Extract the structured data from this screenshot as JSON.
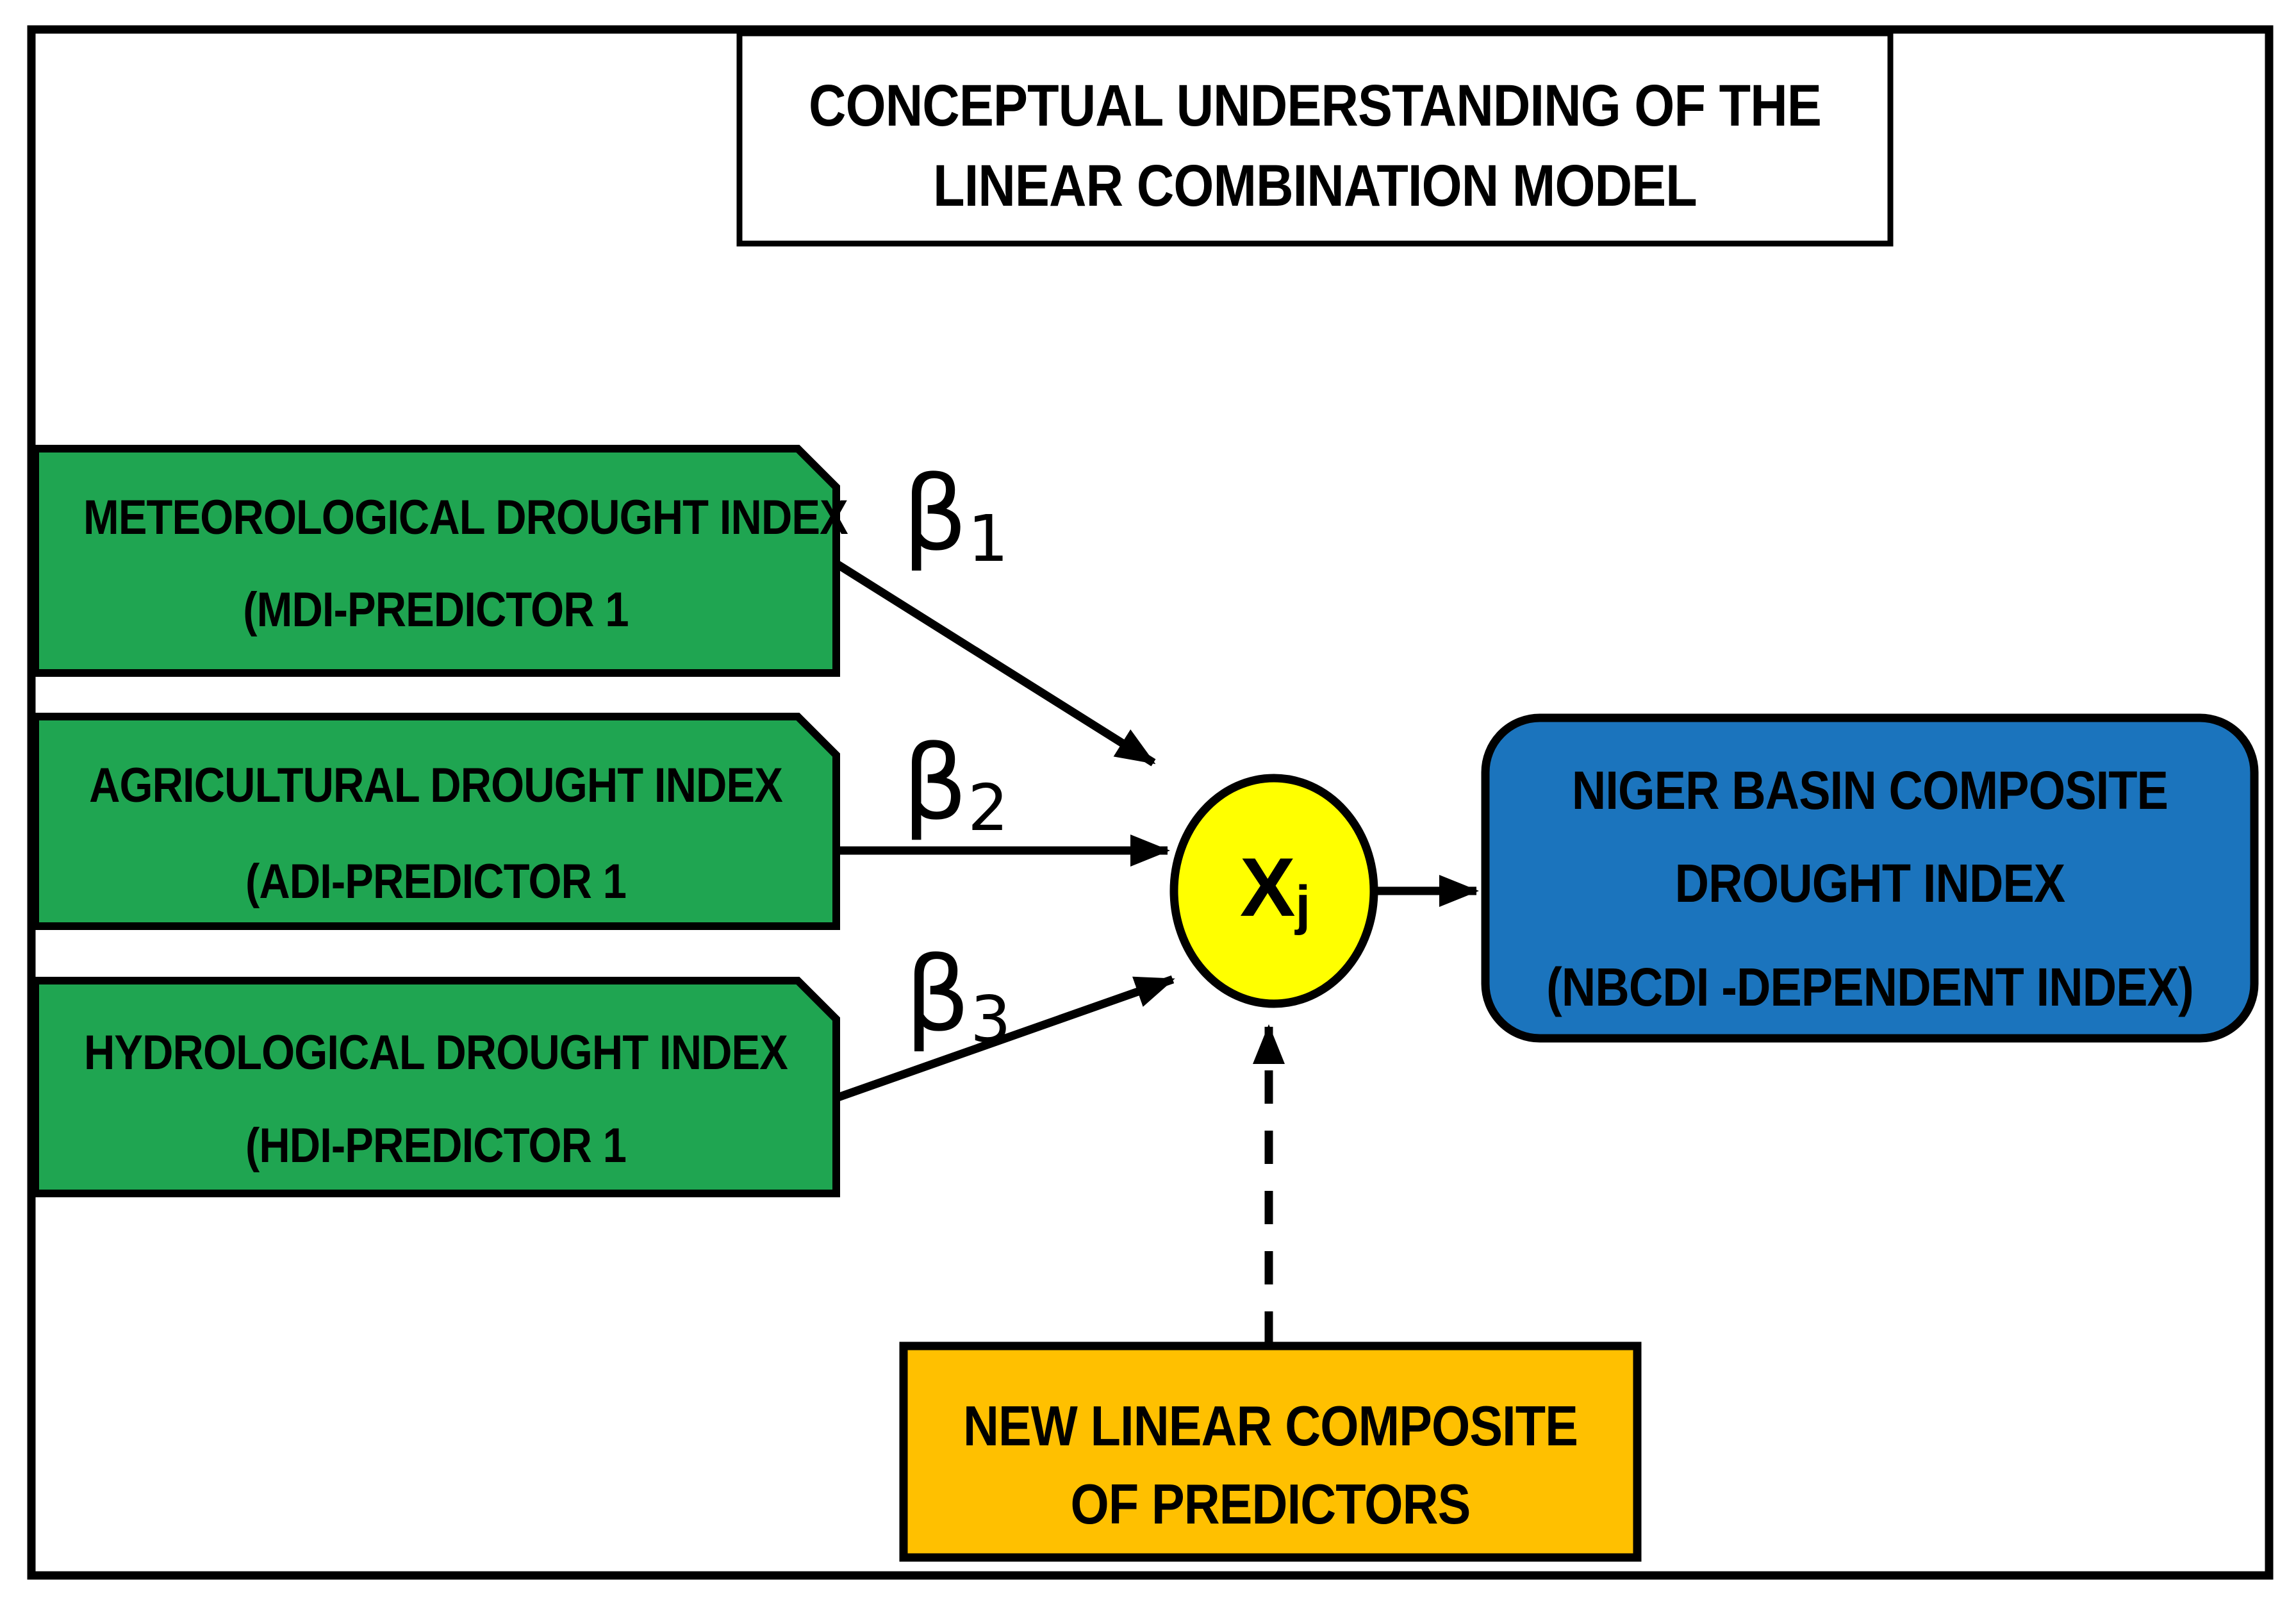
{
  "diagram": {
    "title_box": {
      "line1": "CONCEPTUAL UNDERSTANDING OF THE",
      "line2": "LINEAR COMBINATION MODEL"
    },
    "predictors": [
      {
        "line1": "METEOROLOGICAL DROUGHT INDEX",
        "line2": "(MDI-PREDICTOR 1",
        "weight_symbol": "β",
        "weight_subscript": "1"
      },
      {
        "line1": "AGRICULTURAL DROUGHT INDEX",
        "line2": "(ADI-PREDICTOR 1",
        "weight_symbol": "β",
        "weight_subscript": "2"
      },
      {
        "line1": "HYDROLOGICAL DROUGHT INDEX",
        "line2": "(HDI-PREDICTOR 1",
        "weight_symbol": "β",
        "weight_subscript": "3"
      }
    ],
    "combiner_node": {
      "symbol": "X",
      "subscript": "j"
    },
    "output_box": {
      "line1": "NIGER BASIN COMPOSITE",
      "line2": "DROUGHT INDEX",
      "line3": "(NBCDI -DEPENDENT INDEX)"
    },
    "composite_box": {
      "line1": "NEW LINEAR COMPOSITE",
      "line2": "OF PREDICTORS"
    },
    "colors": {
      "predictor_green": "#1FA551",
      "combiner_yellow": "#FFFF00",
      "output_blue": "#1B74BD",
      "composite_orange": "#FFC000",
      "box_white": "#FFFFFF"
    }
  }
}
